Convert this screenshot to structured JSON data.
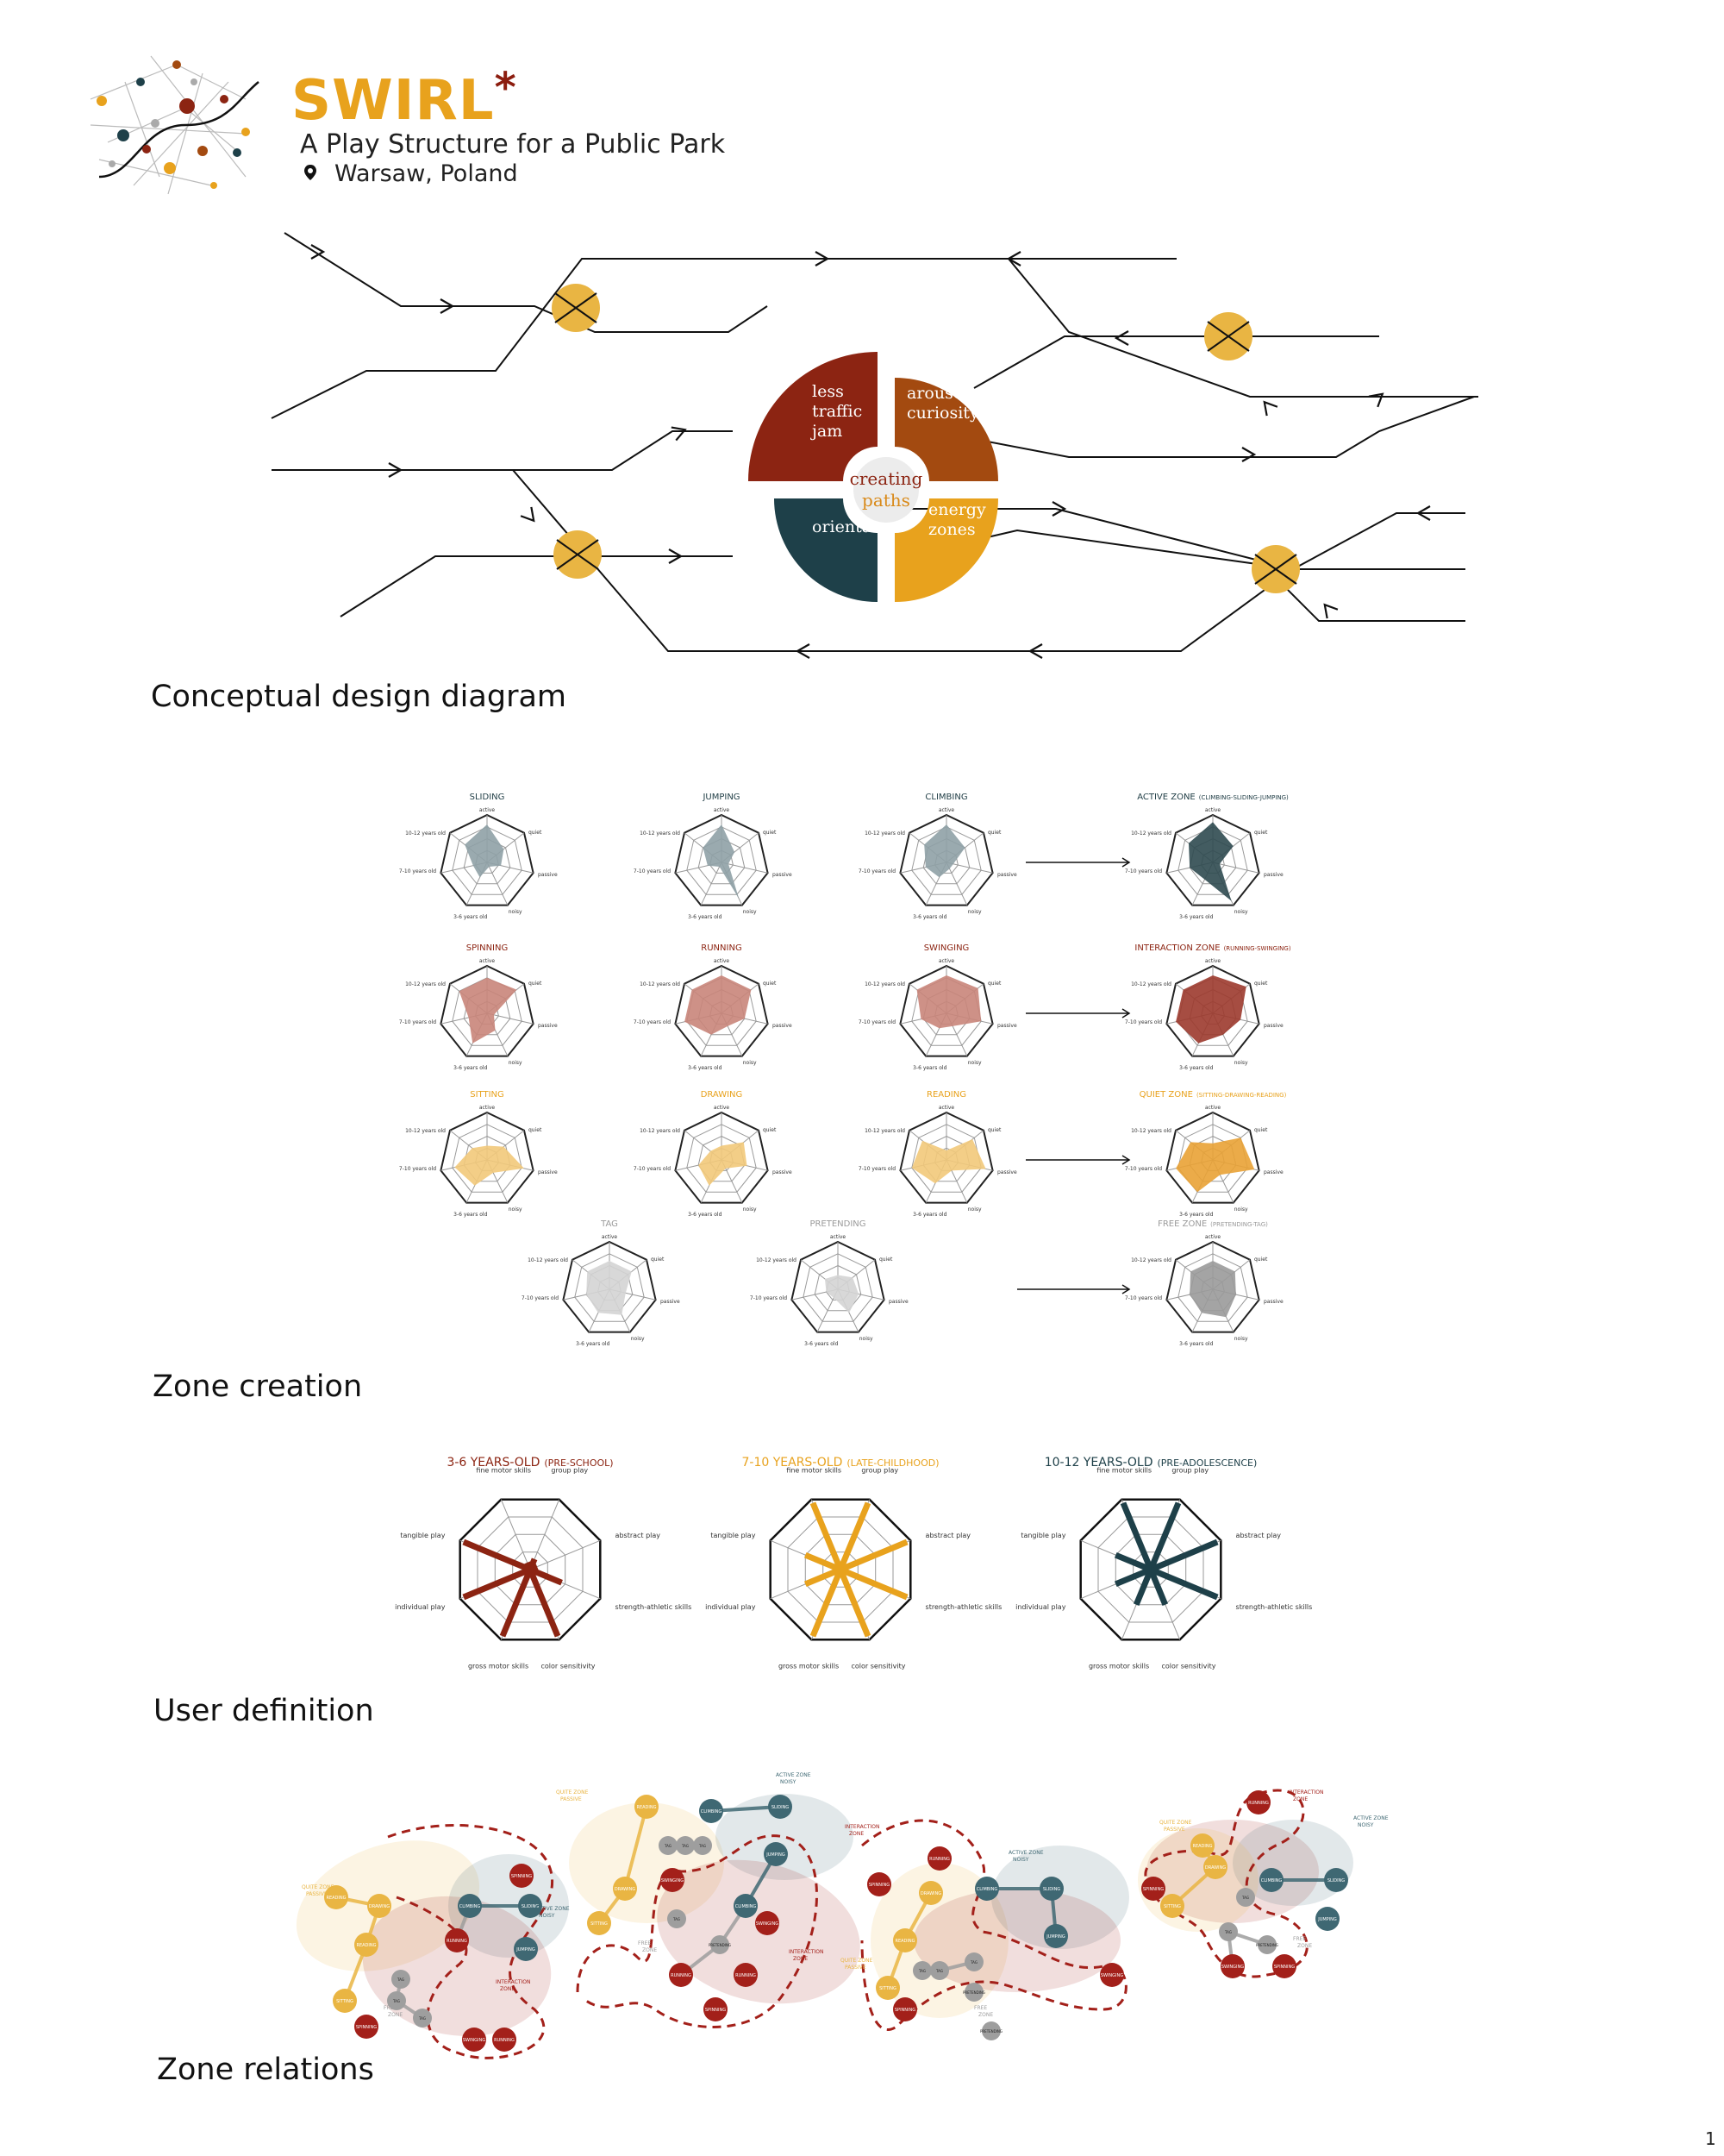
{
  "header": {
    "brand": "SWIRL",
    "brand_mark": "*",
    "subtitle": "A Play Structure for a Public Park",
    "location": "Warsaw, Poland",
    "location_icon": "map-pin-icon",
    "logo_icon": "network-logo-icon"
  },
  "concept": {
    "title": "Conceptual design diagram",
    "center_top": "creating",
    "center_bottom": "paths",
    "quadrants": [
      {
        "lines": [
          "less",
          "traffic",
          "jam"
        ],
        "color": "#8c2412"
      },
      {
        "lines": [
          "arouse",
          "curiosity"
        ],
        "color": "#a34a10"
      },
      {
        "lines": [
          "orientation"
        ],
        "color": "#1e4049"
      },
      {
        "lines": [
          "energy",
          "zones"
        ],
        "color": "#e8a21d"
      }
    ],
    "node_color": "#e9b543"
  },
  "zone_creation": {
    "title": "Zone creation",
    "axis_labels": [
      "active",
      "quiet",
      "passive",
      "noisy",
      "3-6 years old",
      "7-10 years old",
      "10-12 years old"
    ],
    "charts": [
      {
        "label": "SLIDING",
        "color": "#8fa1a6",
        "label_color": "#1e3c44",
        "values": [
          0.8,
          0.45,
          0.3,
          0.1,
          0.35,
          0.3,
          0.6
        ]
      },
      {
        "label": "JUMPING",
        "color": "#8fa1a6",
        "label_color": "#1e3c44",
        "values": [
          0.8,
          0.35,
          0.15,
          0.85,
          0.1,
          0.3,
          0.5
        ]
      },
      {
        "label": "CLIMBING",
        "color": "#8fa1a6",
        "label_color": "#1e3c44",
        "values": [
          0.8,
          0.5,
          0.15,
          0.15,
          0.35,
          0.45,
          0.6
        ]
      },
      {
        "label": "ACTIVE ZONE",
        "sub": "(CLIMBING-SLIDING-JUMPING)",
        "color": "#2f4a50",
        "label_color": "#1e3c44",
        "values": [
          0.85,
          0.55,
          0.15,
          0.9,
          0.4,
          0.5,
          0.65
        ]
      },
      {
        "label": "SPINNING",
        "color": "#c9857a",
        "label_color": "#8c2412",
        "values": [
          0.75,
          0.8,
          0.15,
          0.4,
          0.7,
          0.4,
          0.75
        ]
      },
      {
        "label": "RUNNING",
        "color": "#c9857a",
        "label_color": "#8c2412",
        "values": [
          0.8,
          0.8,
          0.5,
          0.3,
          0.5,
          0.8,
          0.8
        ]
      },
      {
        "label": "SWINGING",
        "color": "#c9857a",
        "label_color": "#8c2412",
        "values": [
          0.8,
          0.85,
          0.75,
          0.3,
          0.35,
          0.55,
          0.8
        ]
      },
      {
        "label": "INTERACTION ZONE",
        "sub": "(RUNNING-SWINGING)",
        "color": "#9c3a2e",
        "label_color": "#8c2412",
        "values": [
          0.8,
          0.9,
          0.6,
          0.5,
          0.7,
          0.8,
          0.8
        ]
      },
      {
        "label": "SITTING",
        "color": "#f2c97a",
        "label_color": "#e8a21d",
        "values": [
          0.3,
          0.45,
          0.8,
          0.3,
          0.6,
          0.7,
          0.4
        ]
      },
      {
        "label": "DRAWING",
        "color": "#f2c97a",
        "label_color": "#e8a21d",
        "values": [
          0.3,
          0.6,
          0.55,
          0.2,
          0.6,
          0.5,
          0.3
        ]
      },
      {
        "label": "READING",
        "color": "#f2c97a",
        "label_color": "#e8a21d",
        "values": [
          0.2,
          0.7,
          0.85,
          0.25,
          0.55,
          0.75,
          0.65
        ]
      },
      {
        "label": "QUIET ZONE",
        "sub": "(SITTING-DRAWING-READING)",
        "color": "#e9a235",
        "label_color": "#e8a21d",
        "values": [
          0.35,
          0.75,
          0.9,
          0.35,
          0.75,
          0.8,
          0.6
        ]
      },
      {
        "label": "TAG",
        "color": "#d4d4d4",
        "label_color": "#9a9a9a",
        "values": [
          0.6,
          0.6,
          0.35,
          0.6,
          0.55,
          0.5,
          0.6
        ]
      },
      {
        "label": "PRETENDING",
        "color": "#d4d4d4",
        "label_color": "#9a9a9a",
        "values": [
          0.3,
          0.4,
          0.45,
          0.55,
          0.2,
          0.25,
          0.35
        ]
      },
      {
        "label": "FREE ZONE",
        "sub": "(PRETENDING-TAG)",
        "color": "#9a9a9a",
        "label_color": "#9a9a9a",
        "values": [
          0.6,
          0.6,
          0.5,
          0.65,
          0.55,
          0.5,
          0.6
        ]
      }
    ]
  },
  "user_definition": {
    "title": "User definition",
    "axis_labels": [
      "fine motor skills",
      "group play",
      "abstract play",
      "strength-athletic skills",
      "color sensitivity",
      "gross motor skills",
      "individual play",
      "tangible play"
    ],
    "charts": [
      {
        "label": "3-6 YEARS-OLD",
        "sub": "(PRE-SCHOOL)",
        "color": "#8c2412",
        "values": [
          0.1,
          0.15,
          0.1,
          0.45,
          0.95,
          0.95,
          0.95,
          0.95
        ]
      },
      {
        "label": "7-10 YEARS-OLD",
        "sub": "(LATE-CHILDHOOD)",
        "color": "#e8a21d",
        "values": [
          0.95,
          0.95,
          0.95,
          0.95,
          0.95,
          0.95,
          0.5,
          0.5
        ]
      },
      {
        "label": "10-12 YEARS-OLD",
        "sub": "(PRE-ADOLESCENCE)",
        "color": "#1e4049",
        "values": [
          0.95,
          0.95,
          0.95,
          0.95,
          0.5,
          0.5,
          0.5,
          0.5
        ]
      }
    ]
  },
  "zone_relations": {
    "title": "Zone relations",
    "zone_labels": {
      "quiet": [
        "QUITE ZONE",
        "PASSIVE"
      ],
      "active": [
        "ACTIVE ZONE",
        "NOISY"
      ],
      "interaction": [
        "INTERACTION",
        "ZONE"
      ],
      "free": [
        "FREE",
        "ZONE"
      ]
    },
    "node_labels": [
      "SLIDING",
      "CLIMBING",
      "JUMPING",
      "RUNNING",
      "SWINGING",
      "SPINNING",
      "READING",
      "DRAWING",
      "SITTING",
      "TAG",
      "PRETENDING"
    ],
    "colors": {
      "quiet": "#e9b543",
      "active": "#3f6873",
      "interaction": "#a3201a",
      "free": "#9e9e9e"
    }
  },
  "page_number": "1"
}
